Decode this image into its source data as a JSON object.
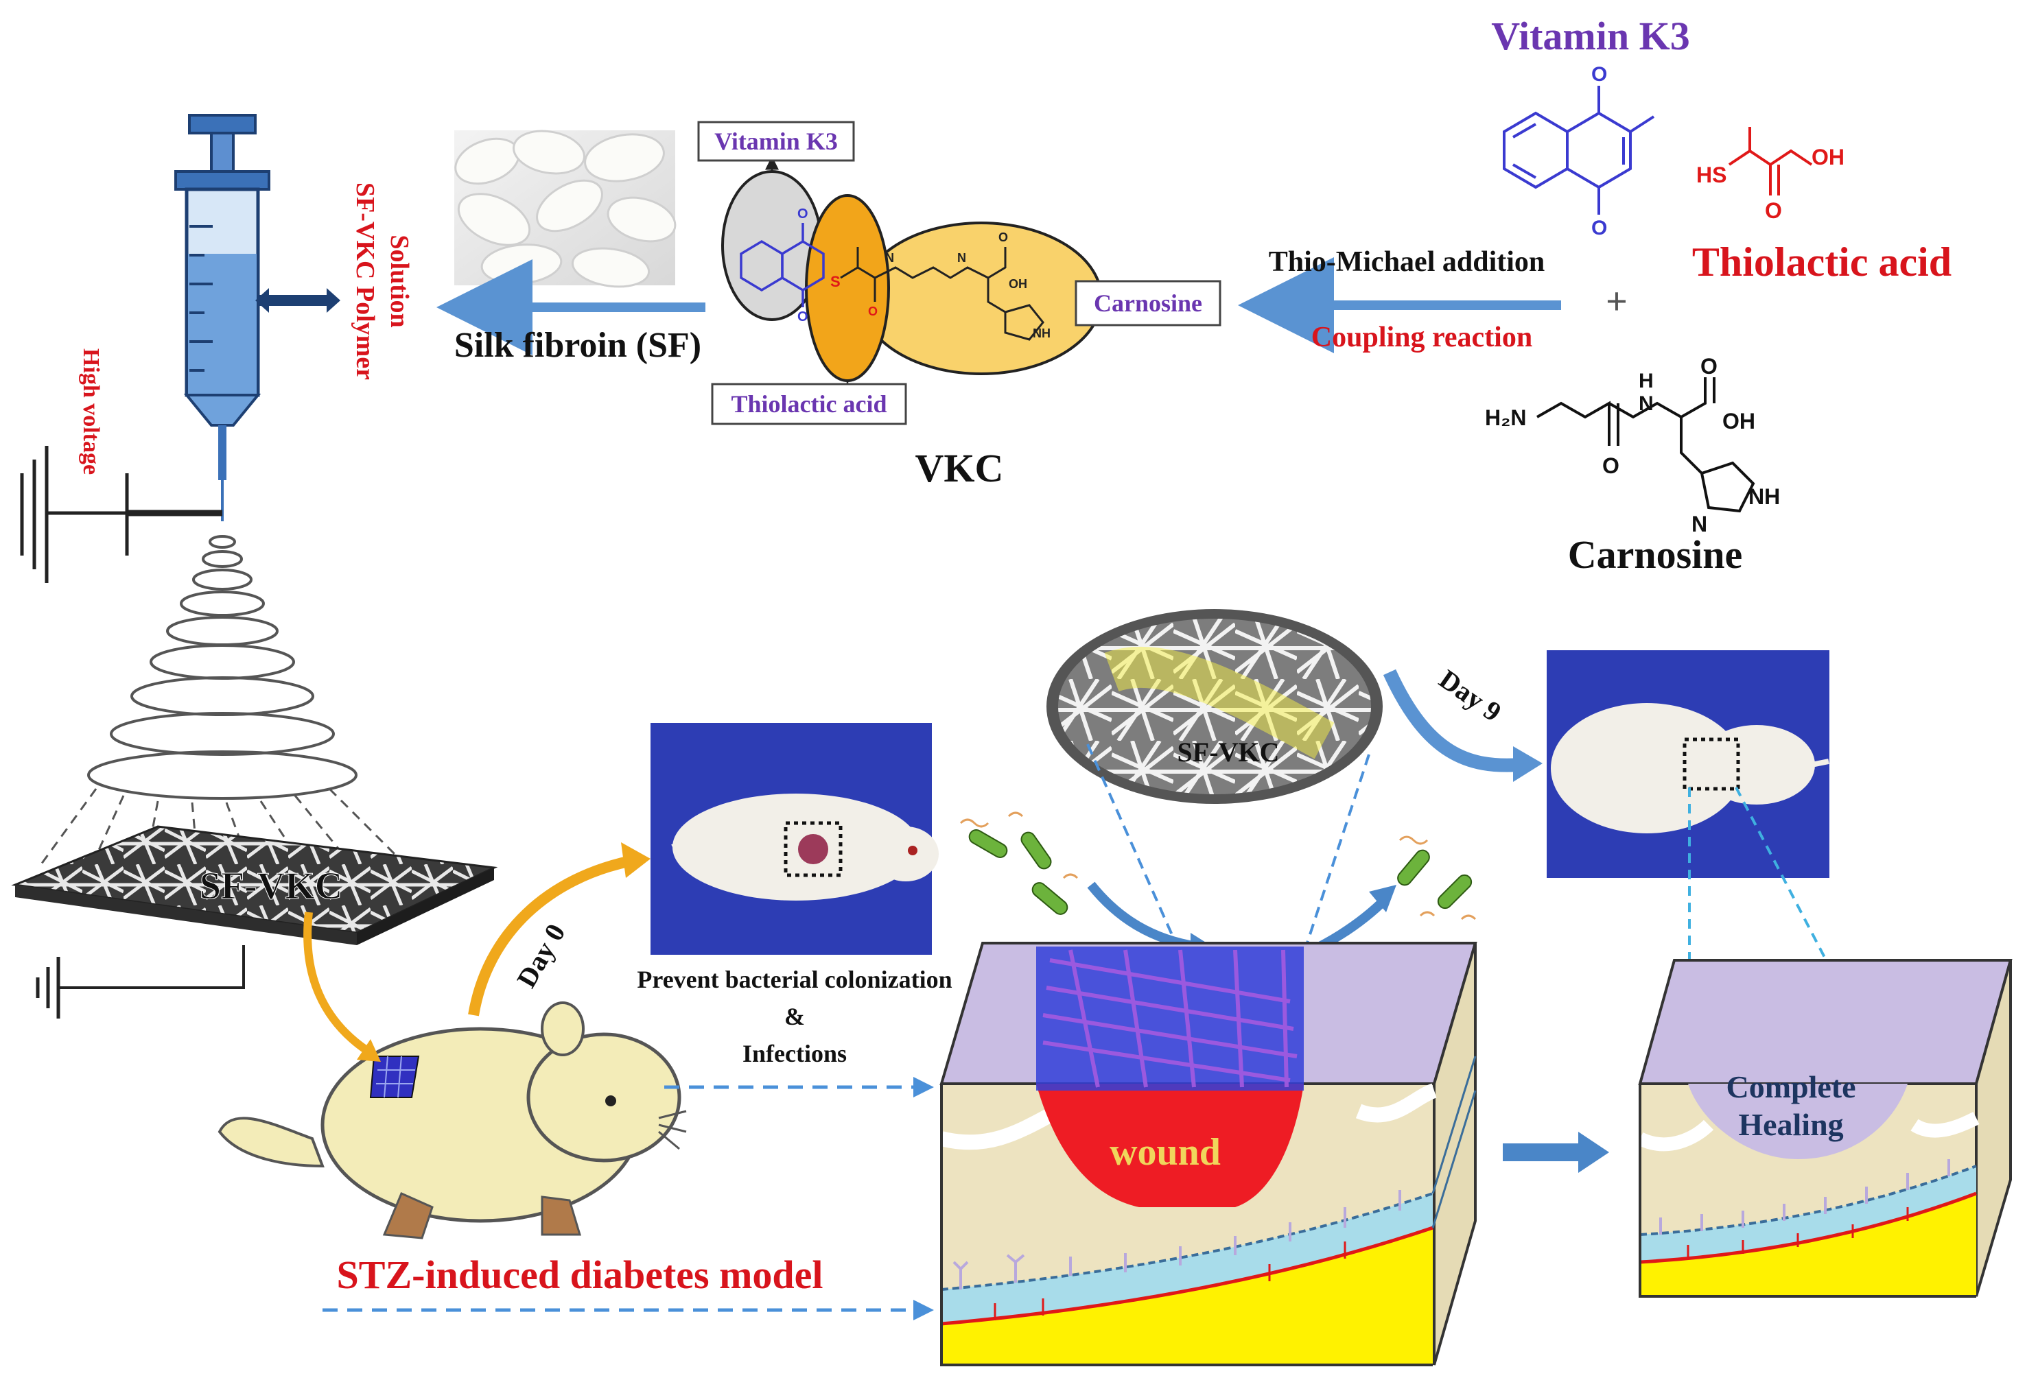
{
  "labels": {
    "high_voltage": "High voltage",
    "polymer_solution_1": "SF-VKC Polymer",
    "polymer_solution_2": "Solution",
    "silk_fibroin": "Silk fibroin (SF)",
    "vitamin_k3_box": "Vitamin K3",
    "thiolactic_acid_box": "Thiolactic acid",
    "carnosine_box": "Carnosine",
    "vkc": "VKC",
    "vitamin_k3_title": "Vitamin K3",
    "thiolactic_acid_title": "Thiolactic acid",
    "carnosine_title": "Carnosine",
    "thio_michael": "Thio-Michael addition",
    "coupling": "Coupling reaction",
    "plus": "+",
    "sf_vkc_mat": "SF-VKC",
    "sf_vkc_oval": "SF-VKC",
    "day0": "Day 0",
    "day9": "Day 9",
    "prevent_1": "Prevent bacterial colonization",
    "prevent_2": "&",
    "prevent_3": "Infections",
    "wound": "wound",
    "complete_1": "Complete",
    "complete_2": "Healing",
    "stz_model": "STZ-induced diabetes model"
  },
  "chem": {
    "o": "O",
    "oh": "OH",
    "hs": "HS",
    "h2n": "H₂N",
    "h": "H",
    "n": "N",
    "nh": "NH",
    "s": "S"
  },
  "colors": {
    "purple": "#6a36b0",
    "red": "#d8141c",
    "arrow_blue": "#5a93d2",
    "orange_arrow": "#f0a81c",
    "wound_red": "#ee1c24",
    "skin_top": "#c9bde3",
    "dermis_beige": "#ede3c0",
    "blue_layer": "#a8dcea",
    "fat_yellow": "#fff200",
    "photo_blue": "#2d3db4"
  }
}
